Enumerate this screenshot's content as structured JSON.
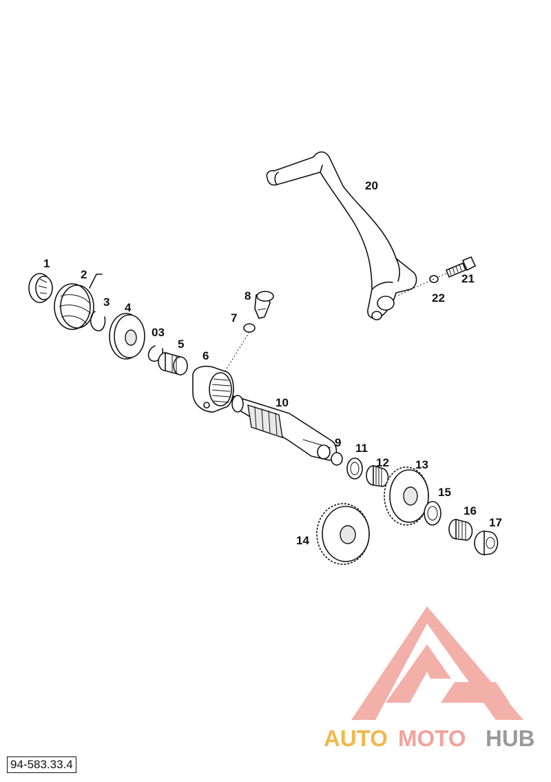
{
  "diagram_ref": "94-583.33.4",
  "watermark": {
    "text_a": "AUTO",
    "text_b": "MOTO",
    "text_c": "HUB",
    "color_a": "#f2b84a",
    "color_b": "#f0a39b",
    "color_c": "#9a9a9a",
    "logo_color": "#f0a39b"
  },
  "labels": {
    "p1": "1",
    "p2": "2",
    "p3": "3",
    "p4": "4",
    "p03": "03",
    "p5": "5",
    "p6": "6",
    "p7": "7",
    "p8": "8",
    "p9": "9",
    "p10": "10",
    "p11": "11",
    "p12": "12",
    "p13": "13",
    "p14": "14",
    "p15": "15",
    "p16": "16",
    "p17": "17",
    "p20": "20",
    "p21": "21",
    "p22": "22"
  }
}
